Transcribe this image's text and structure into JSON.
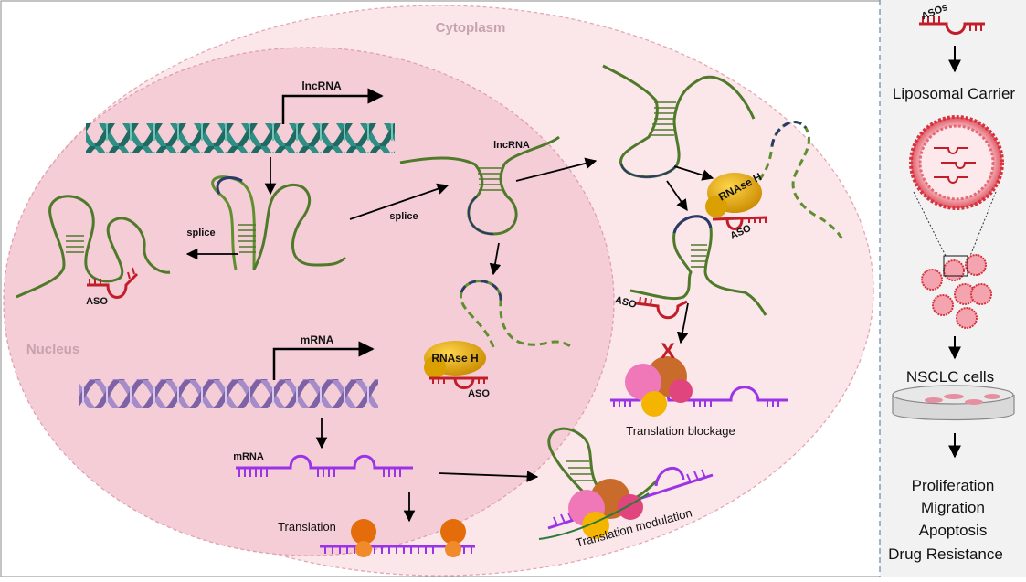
{
  "colors": {
    "cytoplasm_fill": "#fbe6ea",
    "nucleus_fill": "#f4cdd7",
    "region_label": "#c7a3ad",
    "lncrna_green": "#4e7a2a",
    "mrna_purple": "#9b33e6",
    "aso_red": "#c21e2a",
    "rnase_gold": "#e0a400",
    "ribosome_orange": "#e46c0a"
  },
  "regions": {
    "cytoplasm": "Cytoplasm",
    "nucleus": "Nucleus"
  },
  "labels": {
    "lncrna_top": "lncRNA",
    "lncrna_mid": "lncRNA",
    "splice_left": "splice",
    "splice_right": "splice",
    "aso_left": "ASO",
    "aso_nucleus": "ASO",
    "aso_cyto_top": "ASO",
    "aso_cyto_left": "ASO",
    "rnase_nucleus": "RNAse H",
    "rnase_cyto": "RNAse H",
    "mrna_gene": "mRNA",
    "mrna_strand": "mRNA",
    "translation": "Translation",
    "translation_blockage": "Translation blockage",
    "translation_modulation": "Translation modulation",
    "block_mark": "X"
  },
  "sidebar": {
    "asos": "ASOs",
    "carrier": "Liposomal Carrier",
    "cells": "NSCLC cells",
    "outcomes": [
      "Proliferation",
      "Migration",
      "Apoptosis",
      "Drug Resistance"
    ]
  }
}
